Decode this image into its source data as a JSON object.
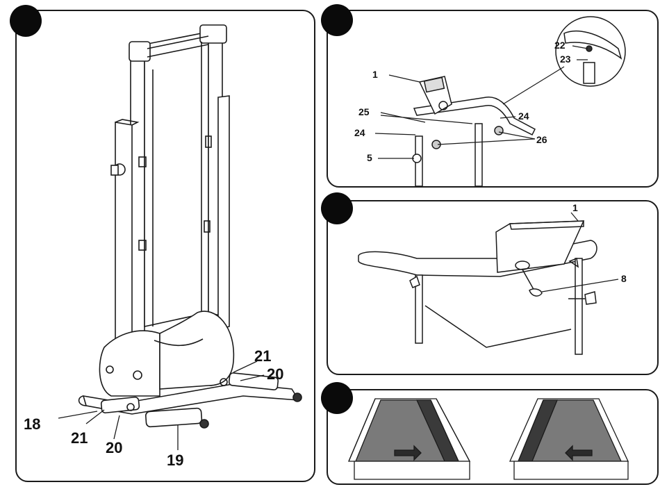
{
  "panels": {
    "p1": {
      "labels": {
        "l18": "18",
        "l19": "19",
        "l20a": "20",
        "l20b": "20",
        "l21a": "21",
        "l21b": "21"
      }
    },
    "p2": {
      "labels": {
        "l1": "1",
        "l22": "22",
        "l23": "23",
        "l24a": "24",
        "l24b": "24",
        "l25": "25",
        "l26": "26",
        "l5": "5"
      }
    },
    "p3": {
      "labels": {
        "l1": "1",
        "l8": "8"
      }
    },
    "p4": {
      "labels": {}
    }
  }
}
